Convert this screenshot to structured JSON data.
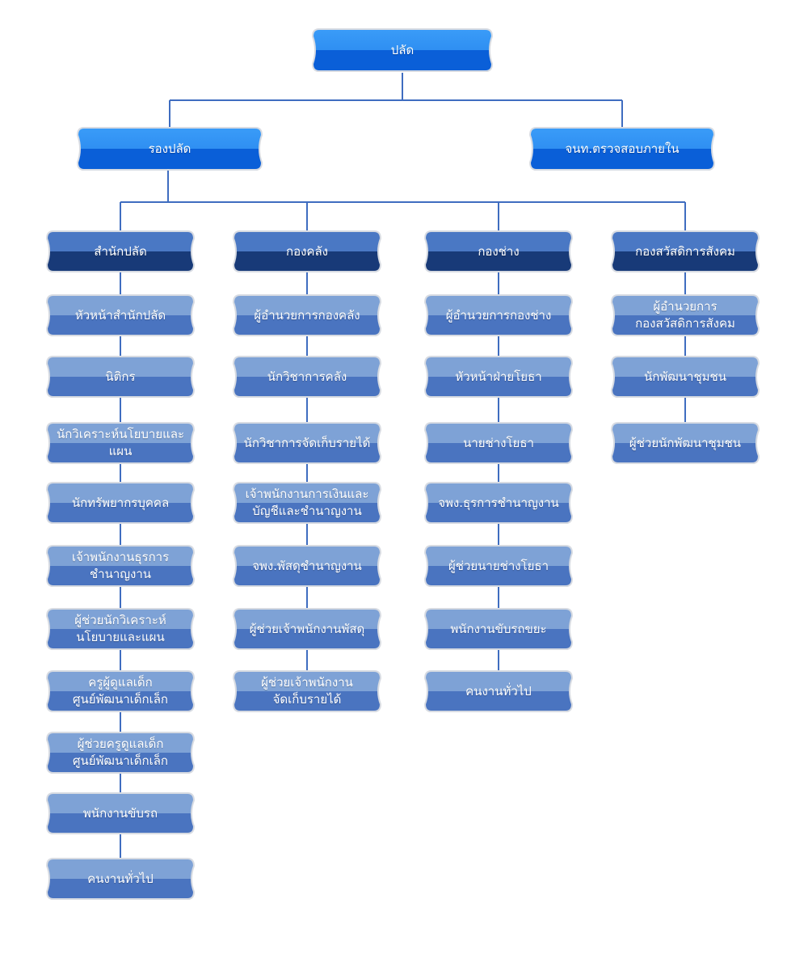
{
  "root": {
    "label": "ปลัด"
  },
  "level2": [
    {
      "label": "รองปลัด"
    },
    {
      "label": "จนท.ตรวจสอบภายใน"
    }
  ],
  "departments": [
    {
      "label": "สำนักปลัด",
      "positions": [
        "หัวหน้าสำนักปลัด",
        "นิติกร",
        "นักวิเคราะห์นโยบายและแผน",
        "นักทรัพยากรบุคคล",
        "เจ้าพนักงานธุรการ\nชำนาญงาน",
        "ผู้ช่วยนักวิเคราะห์\nนโยบายและแผน",
        "ครูผู้ดูแลเด็ก\nศูนย์พัฒนาเด็กเล็ก",
        "ผู้ช่วยครูดูแลเด็ก\nศูนย์พัฒนาเด็กเล็ก",
        "พนักงานขับรถ",
        "คนงานทั่วไป"
      ]
    },
    {
      "label": "กองคลัง",
      "positions": [
        "ผู้อำนวยการกองคลัง",
        "นักวิชาการคลัง",
        "นักวิชาการจัดเก็บรายได้",
        "เจ้าพนักงานการเงินและ\nบัญชีและชำนาญงาน",
        "จพง.พัสดุชำนาญงาน",
        "ผู้ช่วยเจ้าพนักงานพัสดุ",
        "ผู้ช่วยเจ้าพนักงาน\nจัดเก็บรายได้"
      ]
    },
    {
      "label": "กองช่าง",
      "positions": [
        "ผู้อำนวยการกองช่าง",
        "หัวหน้าฝ่ายโยธา",
        "นายช่างโยธา",
        "จพง.ธุรการชำนาญงาน",
        "ผู้ช่วยนายช่างโยธา",
        "พนักงานขับรถขยะ",
        "คนงานทั่วไป"
      ]
    },
    {
      "label": "กองสวัสดิการสังคม",
      "positions": [
        "ผู้อำนวยการ\nกองสวัสดิการสังคม",
        "นักพัฒนาชุมชน",
        "ผู้ช่วยนักพัฒนาชุมชน"
      ]
    }
  ],
  "colors": {
    "top_light": "#2f8ff2",
    "top_dark": "#0a5fd8",
    "dept_light": "#4a78c4",
    "dept_dark": "#183a78",
    "pos_light": "#7ea2d6",
    "pos_dark": "#4a74c0",
    "connector": "#3f6dc0"
  }
}
